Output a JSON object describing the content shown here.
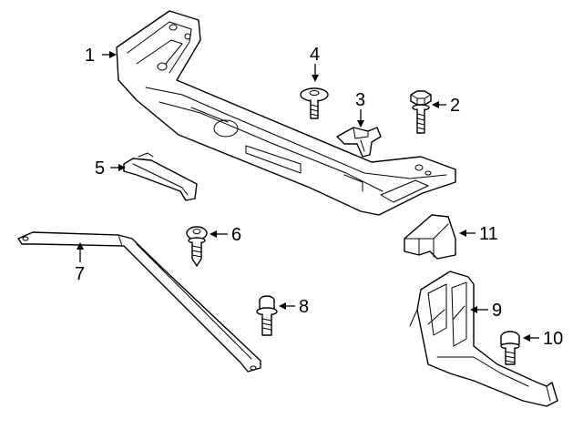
{
  "diagram": {
    "callouts": [
      {
        "id": "1",
        "label": "1"
      },
      {
        "id": "2",
        "label": "2"
      },
      {
        "id": "3",
        "label": "3"
      },
      {
        "id": "4",
        "label": "4"
      },
      {
        "id": "5",
        "label": "5"
      },
      {
        "id": "6",
        "label": "6"
      },
      {
        "id": "7",
        "label": "7"
      },
      {
        "id": "8",
        "label": "8"
      },
      {
        "id": "9",
        "label": "9"
      },
      {
        "id": "10",
        "label": "10"
      },
      {
        "id": "11",
        "label": "11"
      }
    ],
    "colors": {
      "line": "#000000",
      "background": "#ffffff",
      "shade": "#d8d8d8"
    }
  }
}
